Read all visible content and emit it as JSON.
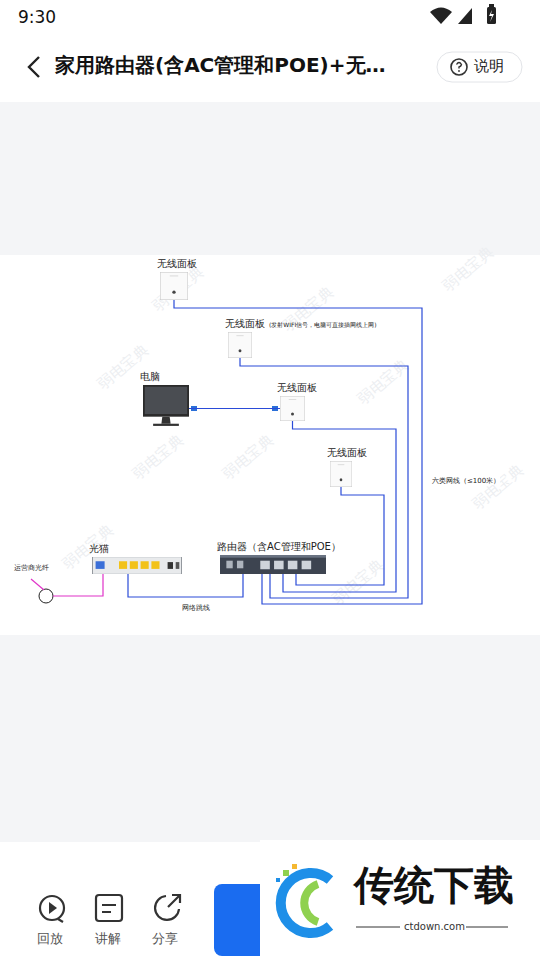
{
  "diagram": {
    "title": "家用路由器(含AC管理和POE)+无…",
    "nodes": [
      {
        "text": [
          "无线面板"
        ]
      },
      {
        "text": [
          "无线面板",
          "(发射WIFI信号，电脑可直接插网线上网)"
        ]
      },
      {
        "text": [
          "电脑"
        ]
      },
      {
        "text": [
          "无线面板"
        ]
      },
      {
        "text": [
          "无线面板"
        ]
      },
      {
        "text": [
          "光猫"
        ]
      },
      {
        "text": [
          "路由器（含AC管理和POE）"
        ]
      }
    ],
    "edges": [
      {
        "from": 6,
        "to": 0,
        "arrow": "none"
      },
      {
        "from": 6,
        "to": 1,
        "arrow": "none"
      },
      {
        "from": 6,
        "to": 3,
        "arrow": "none"
      },
      {
        "from": 6,
        "to": 4,
        "arrow": "none"
      },
      {
        "from": 2,
        "to": 3,
        "arrow": "none"
      },
      {
        "from": 5,
        "to": 6,
        "label": "网络跳线",
        "arrow": "none"
      }
    ],
    "labels": [
      "9:30",
      "说明",
      "弱电宝典",
      "弱电宝典",
      "弱电宝典",
      "弱电宝典",
      "弱电宝典",
      "弱电宝典",
      "弱电宝典",
      "弱电宝典",
      "弱电宝典",
      "弱电宝典",
      "运营商光纤",
      "六类网线（≤100米）",
      "回放",
      "讲解",
      "分享",
      "传统下载",
      "ctdown.com"
    ]
  }
}
